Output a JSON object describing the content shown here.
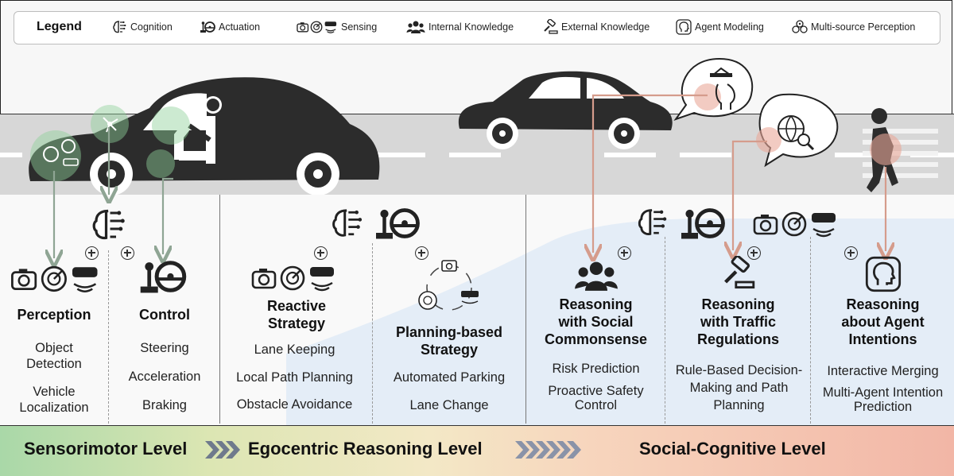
{
  "legend": {
    "title": "Legend",
    "items": [
      {
        "label": "Cognition",
        "icon": "brain-icon"
      },
      {
        "label": "Actuation",
        "icon": "joystick-wheel-icon"
      },
      {
        "label": "Sensing",
        "icon": "sensors-icon"
      },
      {
        "label": "Internal Knowledge",
        "icon": "people-icon"
      },
      {
        "label": "External Knowledge",
        "icon": "gavel-icon"
      },
      {
        "label": "Agent Modeling",
        "icon": "head-icon"
      },
      {
        "label": "Multi-source Perception",
        "icon": "multi-perception-icon"
      }
    ]
  },
  "columns": {
    "perception": {
      "title": "Perception",
      "items": [
        "Object Detection",
        "Vehicle Localization"
      ]
    },
    "control": {
      "title": "Control",
      "items": [
        "Steering",
        "Acceleration",
        "Braking"
      ]
    },
    "reactive": {
      "title_line1": "Reactive",
      "title_line2": "Strategy",
      "items": [
        "Lane Keeping",
        "Local Path Planning",
        "Obstacle Avoidance"
      ]
    },
    "planning": {
      "title_line1": "Planning-based",
      "title_line2": "Strategy",
      "items": [
        "Automated Parking",
        "Lane Change"
      ]
    },
    "social": {
      "title_line1": "Reasoning",
      "title_line2": "with Social",
      "title_line3": "Commonsense",
      "items": [
        "Risk Prediction",
        "Proactive Safety Control"
      ]
    },
    "traffic": {
      "title_line1": "Reasoning",
      "title_line2": "with Traffic",
      "title_line3": "Regulations",
      "items": [
        "Rule-Based Decision-Making and Path Planning"
      ]
    },
    "agent": {
      "title_line1": "Reasoning",
      "title_line2": "about Agent",
      "title_line3": "Intentions",
      "items": [
        "Interactive Merging",
        "Multi-Agent Intention Prediction"
      ]
    }
  },
  "levels": {
    "sensorimotor": "Sensorimotor Level",
    "egocentric": "Egocentric Reasoning Level",
    "social": "Social-Cognitive Level"
  },
  "colors": {
    "sensorimotor_green": "#a9d8a8",
    "social_red": "#f2b6a6",
    "arrow_green": "#8fa594",
    "arrow_red": "#d59c8c"
  }
}
